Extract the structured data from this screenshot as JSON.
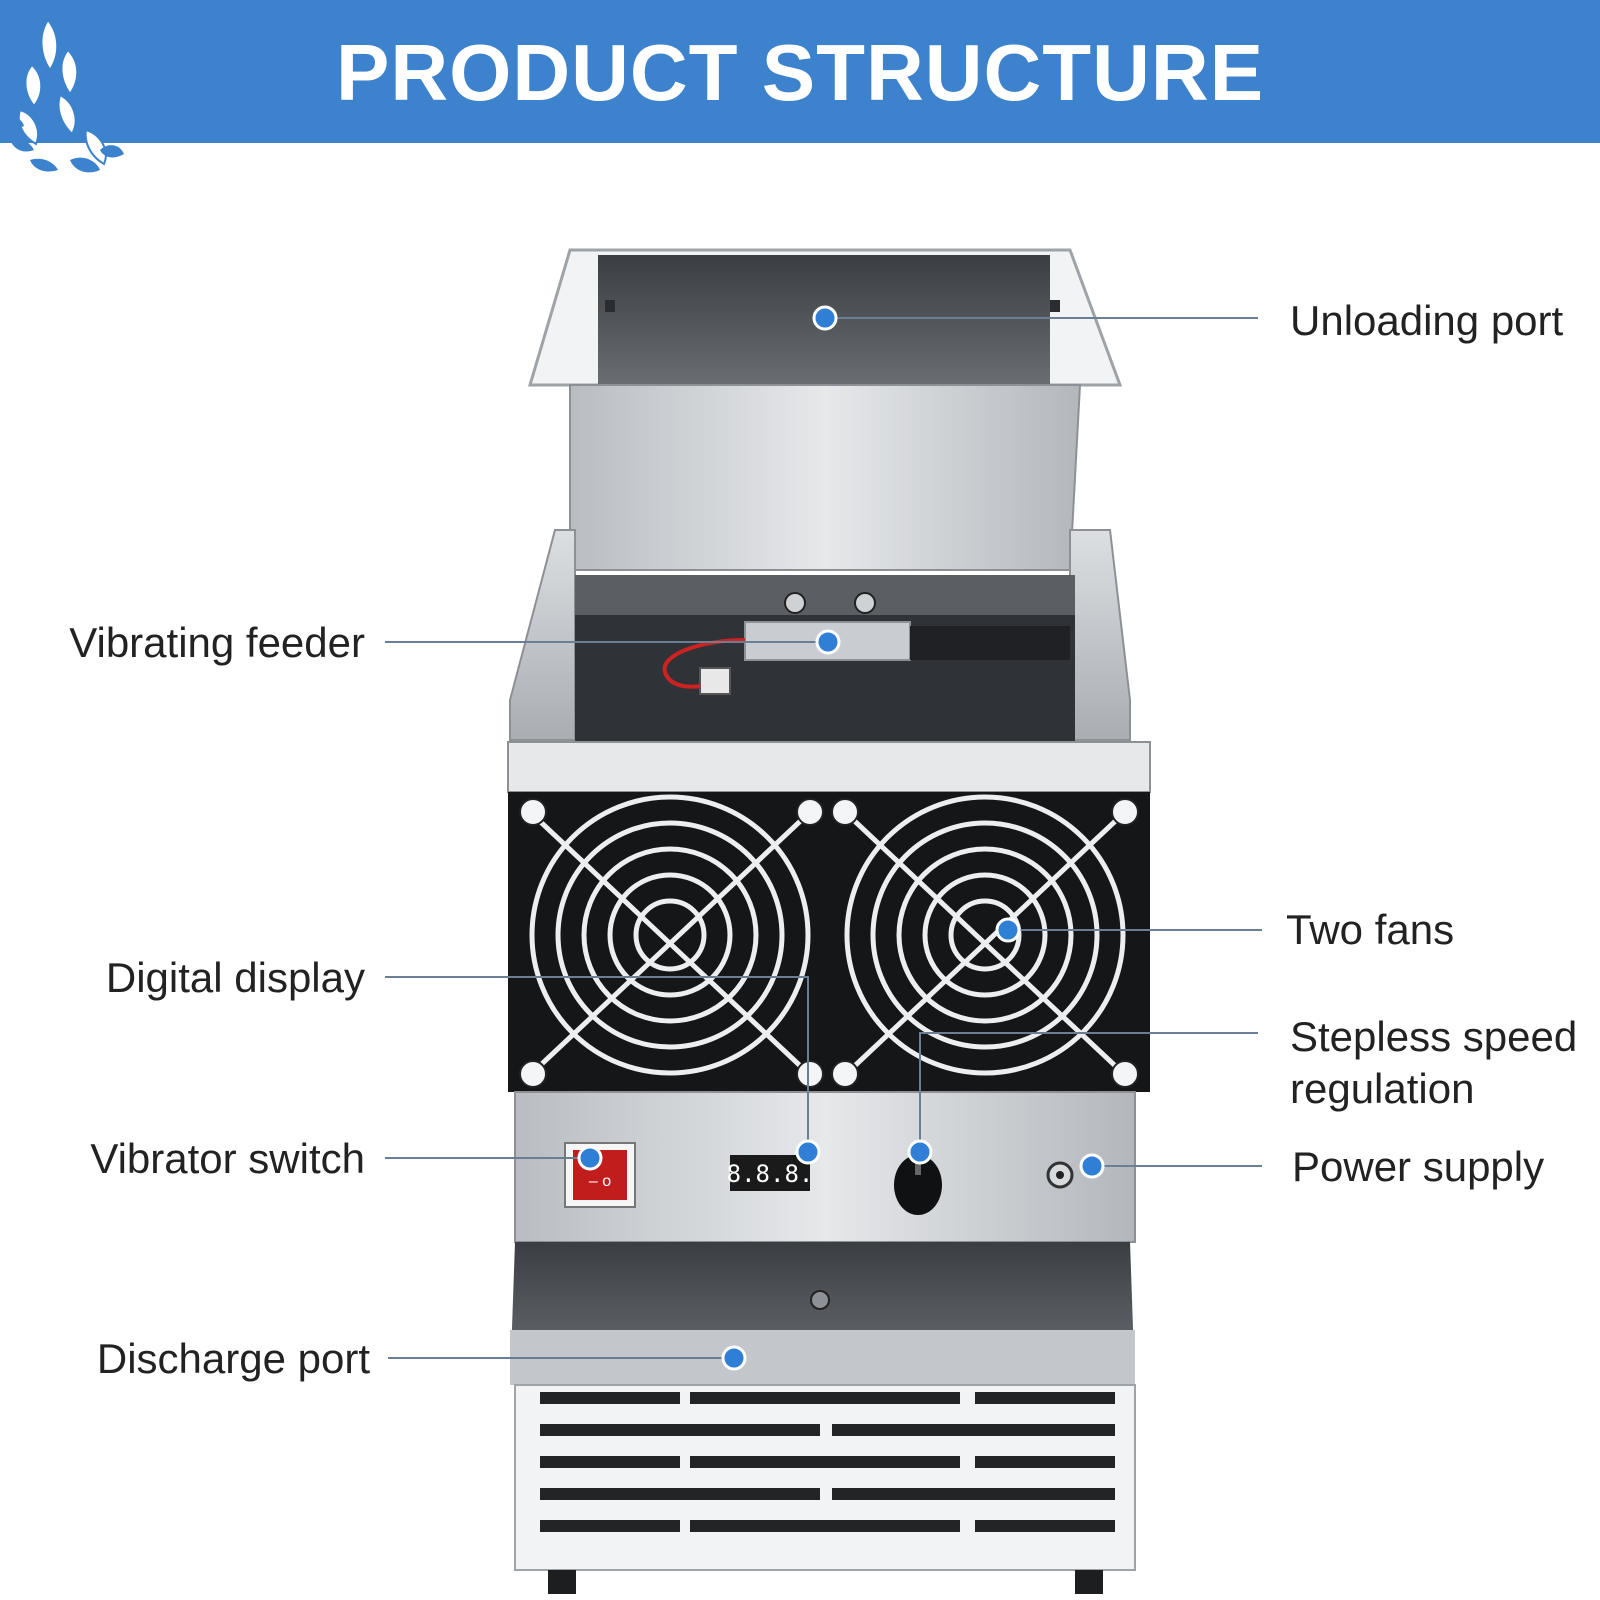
{
  "header": {
    "title": "PRODUCT STRUCTURE",
    "background_color": "#3c82cd",
    "logo_icon": "wheat-logo-icon"
  },
  "product": {
    "display_readout": "8.8.8.",
    "switch_symbols": "– o"
  },
  "callouts": {
    "unloading_port": "Unloading port",
    "vibrating_feeder": "Vibrating feeder",
    "two_fans": "Two fans",
    "digital_display": "Digital display",
    "stepless_speed_line1": "Stepless speed",
    "stepless_speed_line2": "regulation",
    "vibrator_switch": "Vibrator switch",
    "power_supply": "Power supply",
    "discharge_port": "Discharge port"
  },
  "colors": {
    "callout_dot": "#2f7fd6",
    "leader_line": "#6b7f94",
    "label_text": "#222222"
  }
}
